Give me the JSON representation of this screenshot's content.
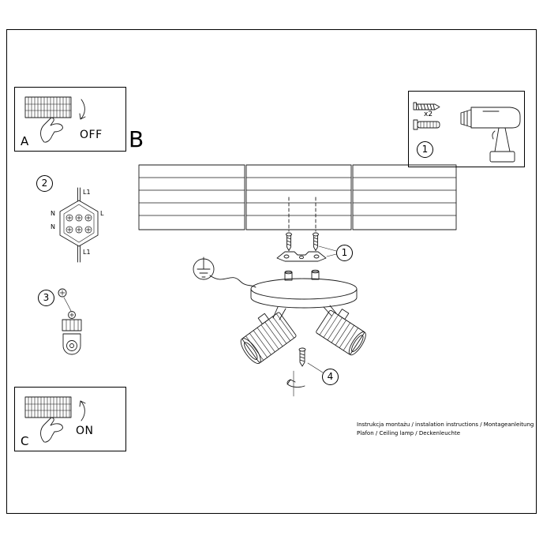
{
  "labels": {
    "panel_a": "A",
    "panel_b": "B",
    "panel_c": "C",
    "switch_off": "OFF",
    "switch_on": "ON"
  },
  "steps": {
    "hardware": "1",
    "wiring": "2",
    "ground": "3",
    "mounting": "1",
    "shade": "4"
  },
  "hardware": {
    "quantity": "x2"
  },
  "wiring_labels": {
    "cable_top": "L1",
    "neutral_top": "N",
    "live_top": "L",
    "neutral_bottom": "N",
    "cable_bottom": "L1"
  },
  "footer": {
    "line1": "Instrukcja montażu / instalation instructions / Montageanleitung",
    "line2": "Plafon / Ceiling lamp / Deckenleuchte"
  }
}
